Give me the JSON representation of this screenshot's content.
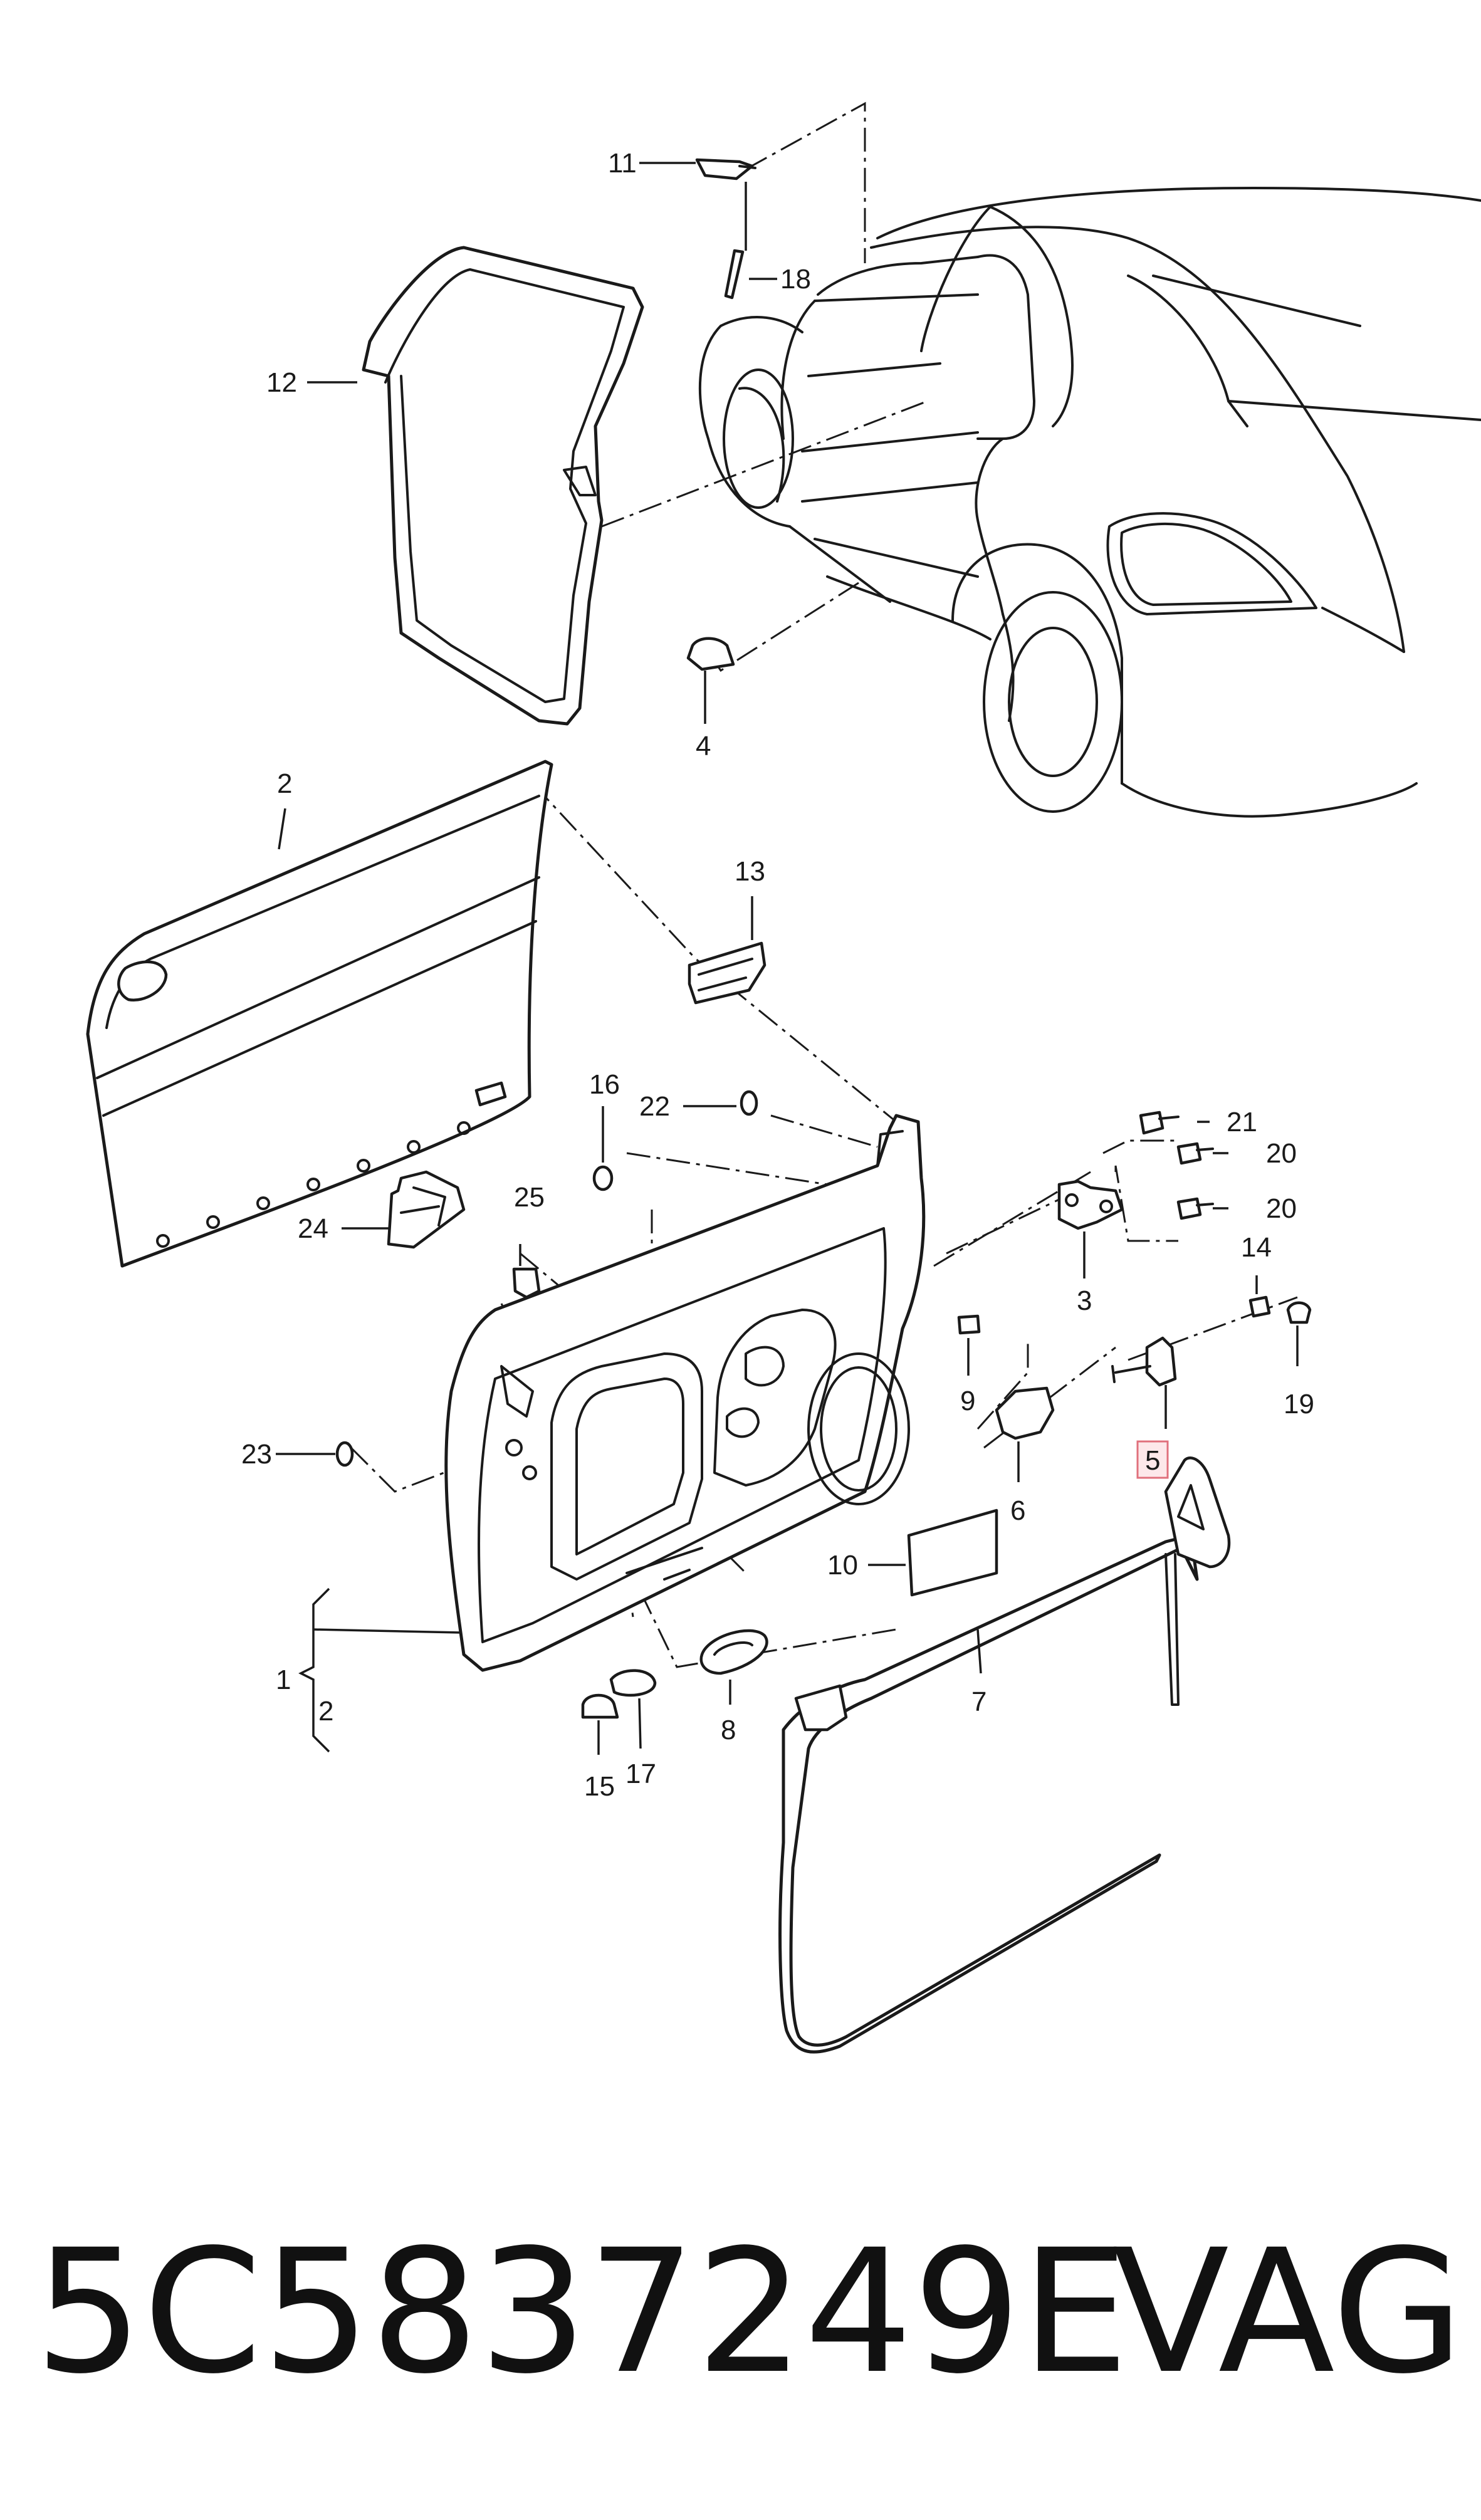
{
  "labels": {
    "l1": "1",
    "l2a": "2",
    "l2b": "2",
    "l3": "3",
    "l4": "4",
    "l5": "5",
    "l6": "6",
    "l7": "7",
    "l8": "8",
    "l9": "9",
    "l10": "10",
    "l11": "11",
    "l12": "12",
    "l13": "13",
    "l14": "14",
    "l15": "15",
    "l16": "16",
    "l17": "17",
    "l18": "18",
    "l19": "19",
    "l20a": "20",
    "l20b": "20",
    "l21": "21",
    "l22": "22",
    "l23": "23",
    "l24": "24",
    "l25": "25"
  },
  "highlighted_label": "5",
  "highlight_color": "#e0707c",
  "footer": {
    "part_number": "5C5837249E",
    "brand": "VAG"
  }
}
